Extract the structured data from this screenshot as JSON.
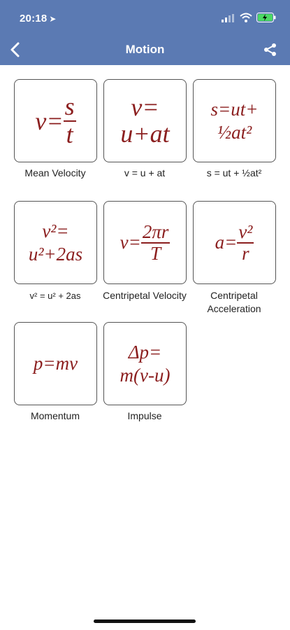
{
  "status": {
    "time": "20:18"
  },
  "nav": {
    "title": "Motion"
  },
  "cards": [
    {
      "f1": "v=",
      "num": "s",
      "den": "t",
      "caption": "Mean Velocity"
    },
    {
      "f1": "v=",
      "f2": "u+at",
      "caption": "v = u + at"
    },
    {
      "f1": "s=ut+",
      "f2": "½at²",
      "caption": "s = ut + ½at²"
    },
    {
      "f1": "v²=",
      "f2": "u²+2as",
      "caption": "v² = u² + 2as"
    },
    {
      "f1": "v=",
      "num": "2πr",
      "den": "T",
      "caption": "Centripetal Velocity"
    },
    {
      "f1": "a=",
      "num": "v²",
      "den": "r",
      "caption": "Centripetal Acceleration"
    },
    {
      "f1": "p=mv",
      "caption": "Momentum"
    },
    {
      "f1": "Δp=",
      "f2": "m(v-u)",
      "caption": "Impulse"
    }
  ],
  "colors": {
    "header": "#5b7ab3",
    "formula": "#8b1e1e"
  }
}
